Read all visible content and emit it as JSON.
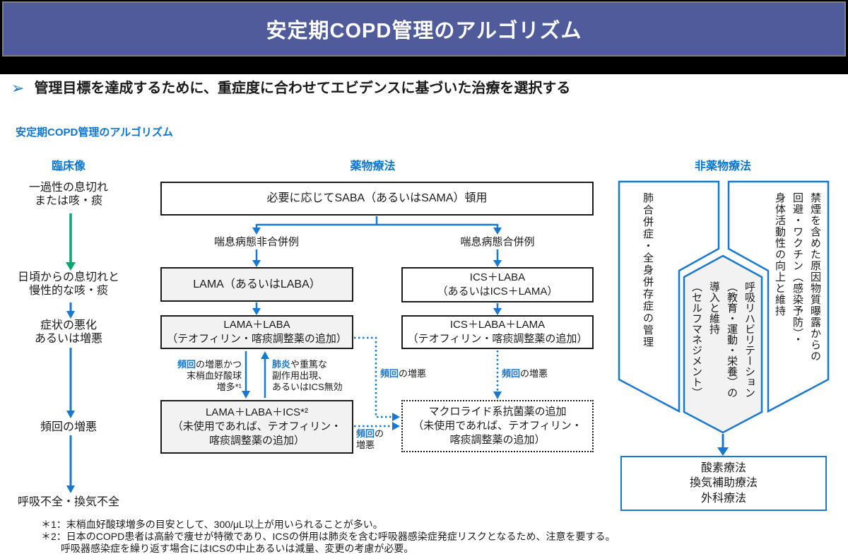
{
  "header": {
    "title": "安定期COPD管理のアルゴリズム"
  },
  "lead": {
    "bullet": "➢",
    "text": "管理目標を達成するために、重症度に合わせてエビデンスに基づいた治療を選択する"
  },
  "section_title": "安定期COPD管理のアルゴリズム",
  "clinical": {
    "header": "臨床像",
    "stage1": "一過性の息切れ\nまたは咳・痰",
    "stage2": "日頃からの息切れと\n慢性的な咳・痰",
    "stage3": "症状の悪化\nあるいは増悪",
    "stage4": "頻回の増悪",
    "stage5": "呼吸不全・換気不全"
  },
  "pharma": {
    "header": "薬物療法",
    "saba_box": "必要に応じてSABA（あるいはSAMA）頓用",
    "branch_left_label": "喘息病態非合併例",
    "branch_right_label": "喘息病態合併例",
    "lama_box": "LAMA（あるいはLABA）",
    "ics_laba_box": "ICS＋LABA\n（あるいはICS＋LAMA）",
    "lama_laba_box": "LAMA＋LABA\n（テオフィリン・喀痰調整薬の追加）",
    "ics_laba_lama_box": "ICS＋LABA＋LAMA\n（テオフィリン・喀痰調整薬の追加）",
    "triple_box": "LAMA＋LABA＋ICS*²\n（未使用であれば、テオフィリン・\n喀痰調整薬の追加）",
    "macrolide_box": "マクロライド系抗菌薬の追加\n（未使用であれば、テオフィリン・\n喀痰調整薬の追加）",
    "label_eos": {
      "em": "頻回",
      "rest": "の増悪かつ\n末梢血好酸球\n増多*¹"
    },
    "label_pneumonia": {
      "em": "肺炎",
      "rest": "や重篤な\n副作用出現、\nあるいはICS無効"
    },
    "label_freq1": {
      "em": "頻回",
      "rest": "の増悪"
    },
    "label_freq2": {
      "em": "頻回",
      "rest": "の増悪"
    },
    "label_freq3": {
      "em": "頻回",
      "rest": "の\n増悪"
    }
  },
  "nonpharma": {
    "header": "非薬物療法",
    "banner_left": "肺合併症・全身併存症の管理",
    "banner_right": "禁煙を含めた原因物質曝露からの\n回避・ワクチン（感染予防）・\n身体活動性の向上と維持",
    "hexagon": "呼吸リハビリテーション\n（教育・運動・栄養）の\n導入と維持\n（セルフマネジメント）",
    "bottom_box": "酸素療法\n換気補助療法\n外科療法"
  },
  "footnotes": {
    "line1": "＊1：末梢血好酸球増多の目安として、300/μL以上が用いられることが多い。",
    "line2": "＊2：日本のCOPD患者は高齢で痩せが特徴であり、ICSの併用は肺炎を含む呼吸器感染症発症リスクとなるため、注意を要する。",
    "line3": "　　呼吸器感染症を繰り返す場合にはICSの中止あるいは減量、変更の考慮が必要。"
  },
  "colors": {
    "header_band": "#4f5b9b",
    "accent_blue": "#0b76d1",
    "arrow_blue": "#1878d0",
    "arrow_green": "#00a876"
  }
}
